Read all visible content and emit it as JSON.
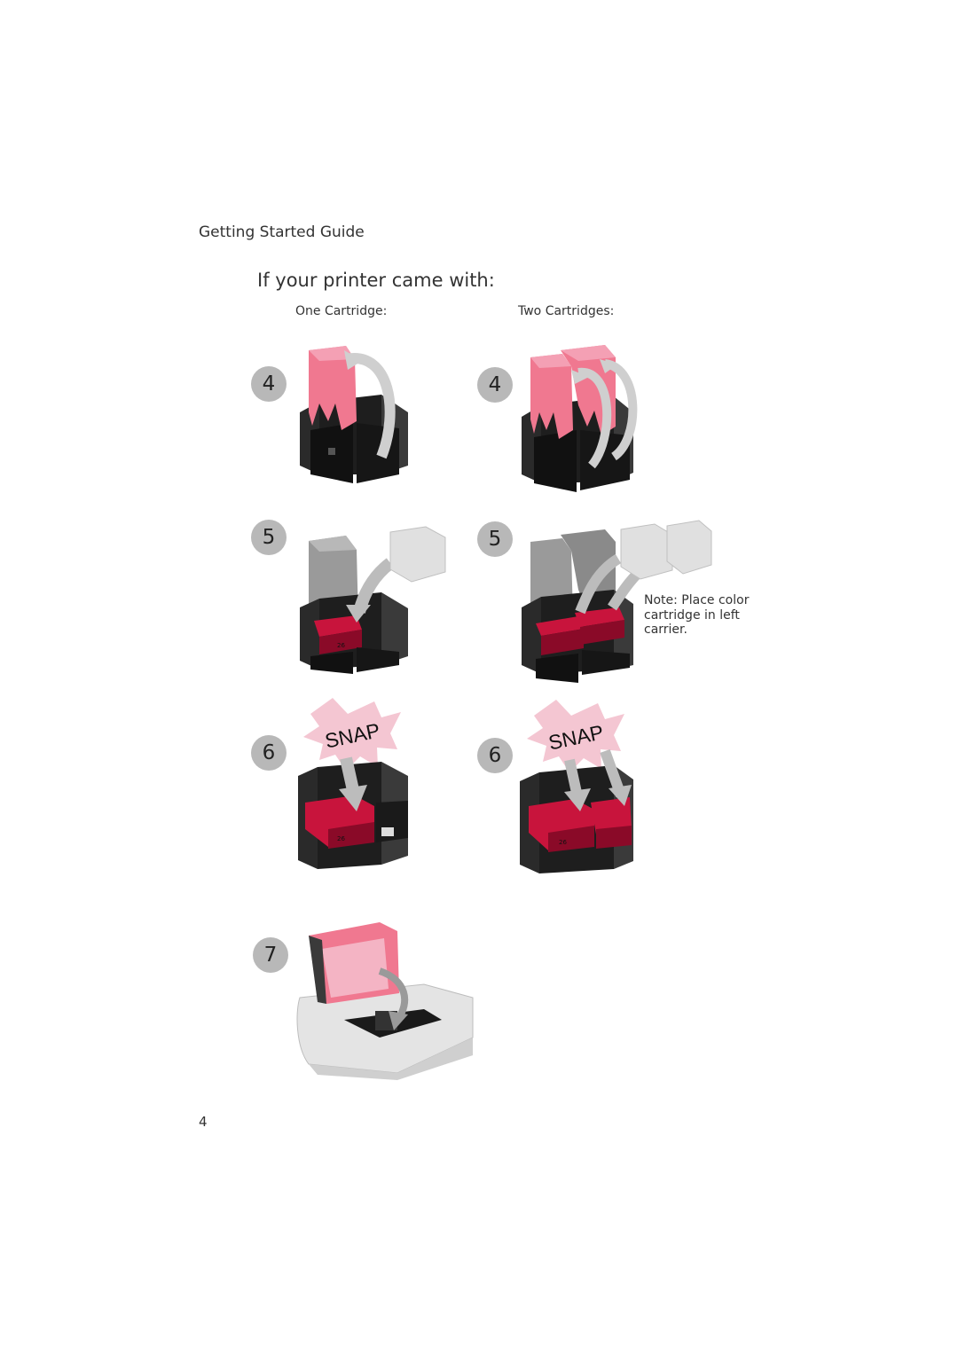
{
  "header": {
    "guide_title": "Getting Started Guide"
  },
  "main": {
    "heading": "If your printer came with:",
    "col_one": "One Cartridge:",
    "col_two": "Two Cartridges:",
    "steps": {
      "s4": "4",
      "s5": "5",
      "s6": "6",
      "s7": "7"
    },
    "snap": "SNAP",
    "cartridge_label": "26",
    "note": "Note: Place color cartridge in left carrier."
  },
  "footer": {
    "page_number": "4"
  },
  "colors": {
    "accent_red": "#c8143c",
    "pink": "#f07890",
    "light_pink": "#f4c6d2",
    "dark": "#1e1e1e",
    "gray": "#9a9a9a"
  }
}
